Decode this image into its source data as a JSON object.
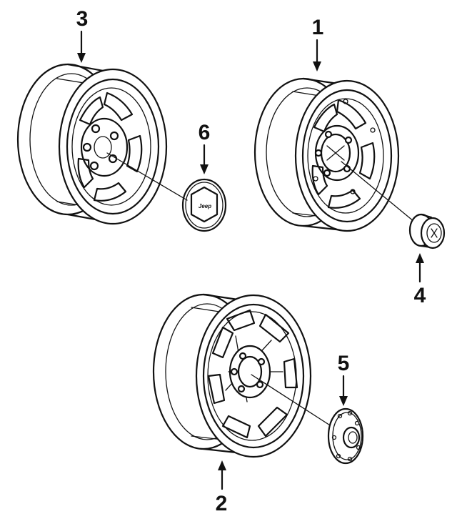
{
  "callouts": {
    "c1": "1",
    "c2": "2",
    "c3": "3",
    "c4": "4",
    "c5": "5",
    "c6": "6"
  },
  "logo_text": {
    "cap6": "Jeep"
  },
  "colors": {
    "ink": "#111111",
    "paper": "#ffffff"
  }
}
